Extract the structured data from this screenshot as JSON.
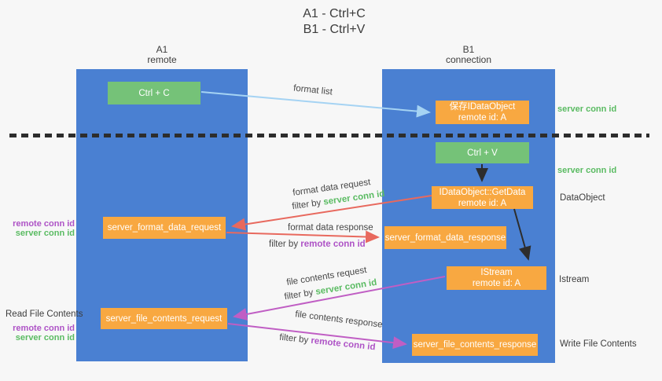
{
  "title": {
    "line1": "A1 - Ctrl+C",
    "line2": "B1 - Ctrl+V"
  },
  "columns": {
    "a1": {
      "title": "A1",
      "subtitle": "remote"
    },
    "b1": {
      "title": "B1",
      "subtitle": "connection"
    }
  },
  "boxes": {
    "ctrl_c": {
      "label": "Ctrl + C"
    },
    "save_idataobject": {
      "line1": "保存IDataObject",
      "line2": "remote id: A"
    },
    "ctrl_v": {
      "label": "Ctrl + V"
    },
    "getdata": {
      "line1": "IDataObject::GetData",
      "line2": "remote id: A"
    },
    "server_format_data_request": {
      "label": "server_format_data_request"
    },
    "server_format_data_response": {
      "label": "server_format_data_response"
    },
    "istream": {
      "line1": "IStream",
      "line2": "remote id: A"
    },
    "server_file_contents_request": {
      "label": "server_file_contents_request"
    },
    "server_file_contents_response": {
      "label": "server_file_contents_response"
    }
  },
  "flow_labels": {
    "format_list": "format list",
    "format_data_request": "format data request",
    "format_data_response": "format data response",
    "file_contents_request": "file contents request",
    "file_contents_response": "file contents response",
    "filter_by": "filter by",
    "server_conn_id": "server conn id",
    "remote_conn_id": "remote conn id"
  },
  "side_labels": {
    "right": {
      "server_conn_id_top": "server conn id",
      "server_conn_id_mid": "server conn id",
      "dataobject": "DataObject",
      "istream": "Istream",
      "write_file_contents": "Write File Contents"
    },
    "left": {
      "remote_conn_id_format": "remote conn id",
      "server_conn_id_format": "server conn id",
      "read_file_contents": "Read File Contents",
      "remote_conn_id_file": "remote conn id",
      "server_conn_id_file": "server conn id"
    }
  },
  "colors": {
    "background": "#f7f7f7",
    "column_blue": "#4a80d2",
    "box_green": "#75c278",
    "box_orange": "#f8a841",
    "arrow_light_blue": "#a5d3f3",
    "arrow_red": "#e8695e",
    "arrow_magenta": "#c05ec4",
    "arrow_black": "#2d2d2d",
    "label_green": "#5abb62",
    "label_purple": "#ae53c6"
  }
}
